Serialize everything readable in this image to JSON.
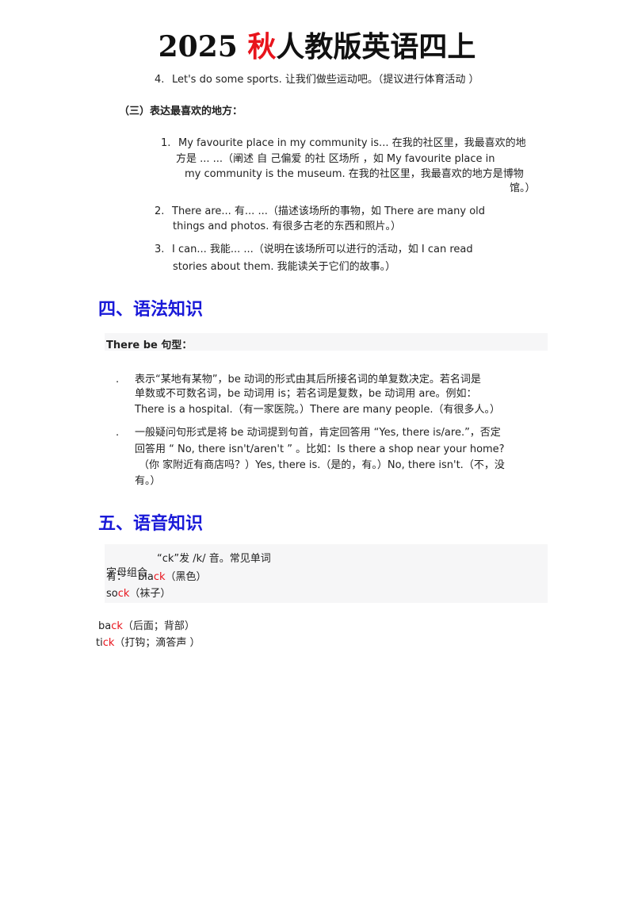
{
  "title": {
    "year": "2025",
    "red_char": "秋",
    "rest": "人教版英语四上"
  },
  "item4": {
    "num": "4.",
    "text": "Let's do some sports.  让我们做些运动吧。（提议进行体育活动  ）"
  },
  "sec3": {
    "heading": "（三）表达最喜欢的地方："
  },
  "items3": [
    {
      "num": "1.",
      "lines": [
        "My favourite place in my community is...  在我的社区里，我最喜欢的地",
        "方是  ... ...（阐述  自  己偏爱  的社  区场所  ，如    My favourite place  in",
        "my  community is the museum.  在我的社区里，我最喜欢的地方是博物",
        "馆。）"
      ]
    },
    {
      "num": "2.",
      "lines": [
        "There are...  有... ...（描述该场所的事物，如  There are many old",
        "things and photos.  有很多古老的东西和照片。）"
      ]
    },
    {
      "num": "3.",
      "lines": [
        "I can...  我能... ...（说明在该场所可以进行的活动，如   I can read",
        "stories about them.  我能读关于它们的故事。）"
      ]
    }
  ],
  "sec4": {
    "heading": "四、语法知识",
    "box_label": "There be  句型："
  },
  "grammar": [
    {
      "bullet": ".",
      "lines": [
        "表示“某地有某物”，be  动词的形式由其后所接名词的单复数决定。若名词是",
        "单数或不可数名词，be  动词用  is；若名词是复数，be  动词用  are。例如：",
        "There is a hospital.（有一家医院。）There are many people.（有很多人。）"
      ]
    },
    {
      "bullet": ".",
      "lines": [
        "一般疑问句形式是将  be  动词提到句首，肯定回答用  “Yes, there is/are.”，否定",
        "回答用  “ No, there isn't/aren't  ” 。比如：Is there a shop near your home?",
        "（你  家附近有商店吗？）Yes, there is.（是的，有。）No, there isn't.（不，没",
        "有。）"
      ]
    }
  ],
  "sec5": {
    "heading": "五、语音知识"
  },
  "phonics": {
    "rule": "“ck”发  /k/  音。常见单词",
    "label": "字母组合",
    "has": "有：",
    "words": [
      {
        "pre": "bla",
        "hl": "ck",
        "gloss": "（黑色）"
      },
      {
        "pre": "so",
        "hl": "ck",
        "gloss": "（袜子）"
      },
      {
        "pre": "ba",
        "hl": "ck",
        "gloss": "（后面；背部）"
      },
      {
        "pre": "ti",
        "hl": "ck",
        "gloss": "（打钩；滴答声  ）"
      }
    ]
  }
}
